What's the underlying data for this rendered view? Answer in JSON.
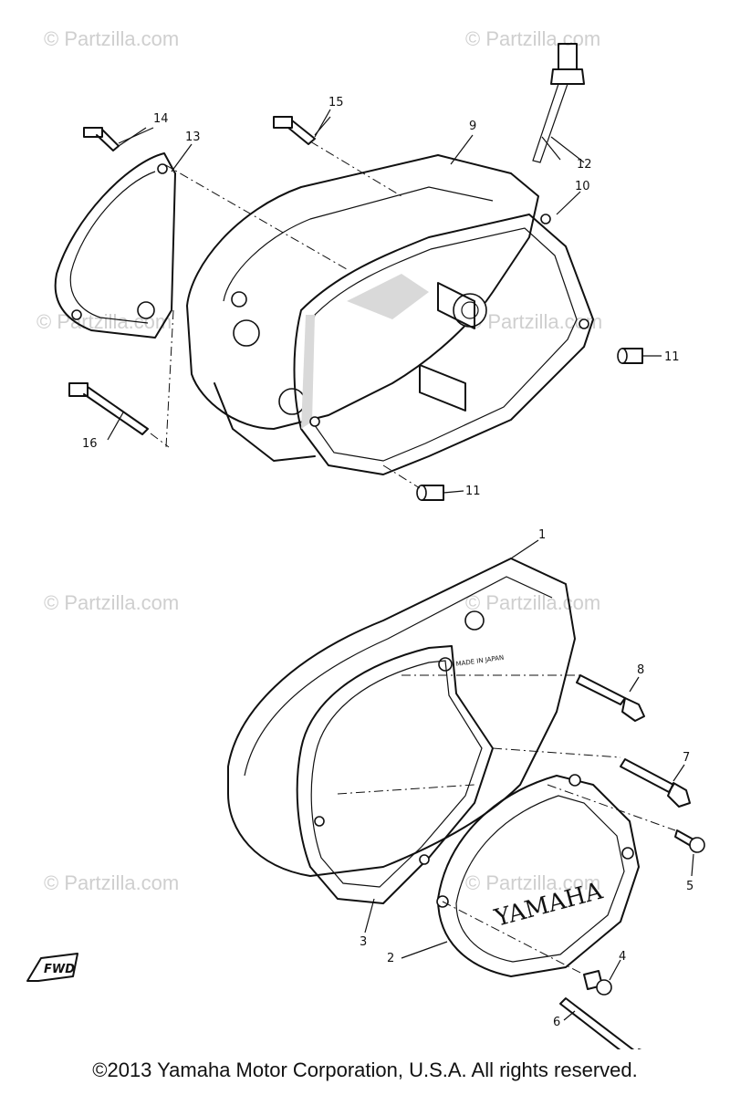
{
  "watermark": "© Partzilla.com",
  "callouts": [
    "14",
    "13",
    "15",
    "9",
    "12",
    "10",
    "11",
    "16",
    "11",
    "1",
    "8",
    "7",
    "5",
    "3",
    "2",
    "4",
    "6"
  ],
  "cover_text": "YAMAHA",
  "cover_stamp": "MADE IN JAPAN",
  "fwd_label": "FWD",
  "copyright": "©2013  Yamaha Motor Corporation, U.S.A. All rights reserved."
}
